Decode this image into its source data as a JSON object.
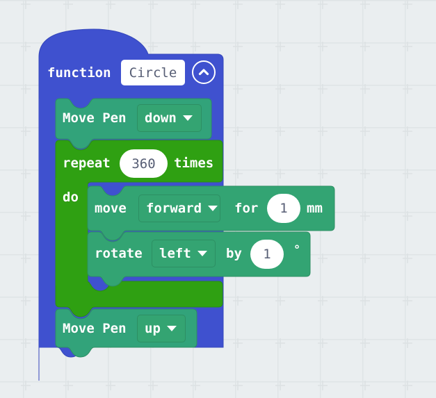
{
  "app": {
    "name": "block-programming-workspace",
    "background_color": "#eaeef0",
    "grid_mark": "plus"
  },
  "colors": {
    "function_block": "#3f51cf",
    "pen_block": "#32a37a",
    "loop_block": "#2fa012",
    "motion_block": "#33a473",
    "field_text_bg": "#ffffff",
    "field_text_color": "#575e75",
    "label_color": "#ffffff"
  },
  "script": {
    "function_block": {
      "keyword": "function",
      "name_value": "Circle",
      "collapse_icon": "chevron-up-circle-icon"
    },
    "statements": [
      {
        "id": "move-pen-down",
        "label": "Move Pen",
        "dropdown_value": "down",
        "dropdown_icon": "chevron-down-icon"
      },
      {
        "id": "repeat-loop",
        "label_before": "repeat",
        "count_value": "360",
        "label_after": "times",
        "do_label": "do",
        "body": [
          {
            "id": "move-forward",
            "label": "move",
            "dropdown_value": "forward",
            "dropdown_icon": "chevron-down-icon",
            "mid_label": "for",
            "number_value": "1",
            "unit_label": "mm"
          },
          {
            "id": "rotate-left",
            "label": "rotate",
            "dropdown_value": "left",
            "dropdown_icon": "chevron-down-icon",
            "mid_label": "by",
            "number_value": "1",
            "unit_label": "°"
          }
        ]
      },
      {
        "id": "move-pen-up",
        "label": "Move Pen",
        "dropdown_value": "up",
        "dropdown_icon": "chevron-down-icon"
      }
    ]
  }
}
